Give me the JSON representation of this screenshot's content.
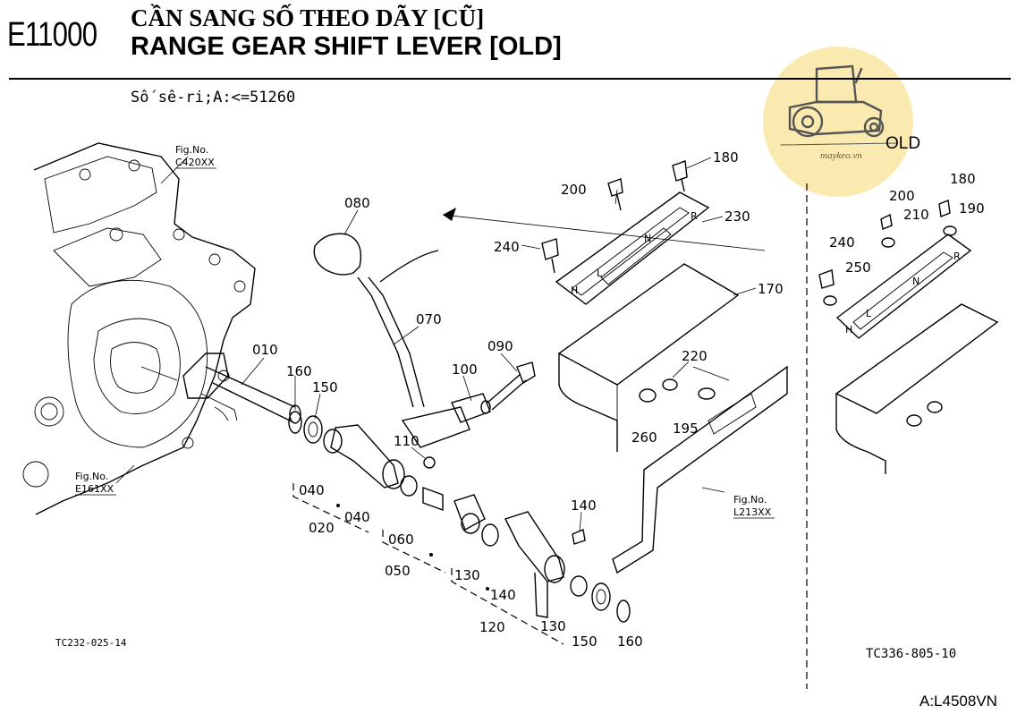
{
  "header": {
    "page_code": "E11000",
    "title_vi": "CẦN SANG SỐ THEO DÃY [CŨ]",
    "title_en": "RANGE GEAR SHIFT LEVER [OLD]",
    "serial": "Số sê-ri;A:<=51260"
  },
  "watermark": {
    "badge": "OLD",
    "site": "maykeo.vn",
    "color": "#fbeab0"
  },
  "figure_refs": {
    "fig_label": "Fig.No.",
    "c420": "C420XX",
    "e161": "E161XX",
    "l213": "L213XX"
  },
  "parts": {
    "p010": "010",
    "p020": "020",
    "p040a": "040",
    "p040b": "040",
    "p050": "050",
    "p060": "060",
    "p070": "070",
    "p080": "080",
    "p090": "090",
    "p100": "100",
    "p110": "110",
    "p120": "120",
    "p130a": "130",
    "p130b": "130",
    "p140a": "140",
    "p140b": "140",
    "p150a": "150",
    "p150b": "150",
    "p160a": "160",
    "p160b": "160",
    "p170": "170",
    "p180": "180",
    "p195": "195",
    "p200": "200",
    "p220": "220",
    "p230": "230",
    "p240": "240",
    "p260": "260",
    "q180": "180",
    "q190": "190",
    "q200": "200",
    "q210": "210",
    "q240": "240",
    "q250": "250"
  },
  "plate_letters": {
    "h": "H",
    "l": "L",
    "n": "N",
    "r": "R"
  },
  "footer": {
    "ref_left": "TC232-025-14",
    "ref_right": "TC336-805-10",
    "doc_code": "A:L4508VN"
  }
}
